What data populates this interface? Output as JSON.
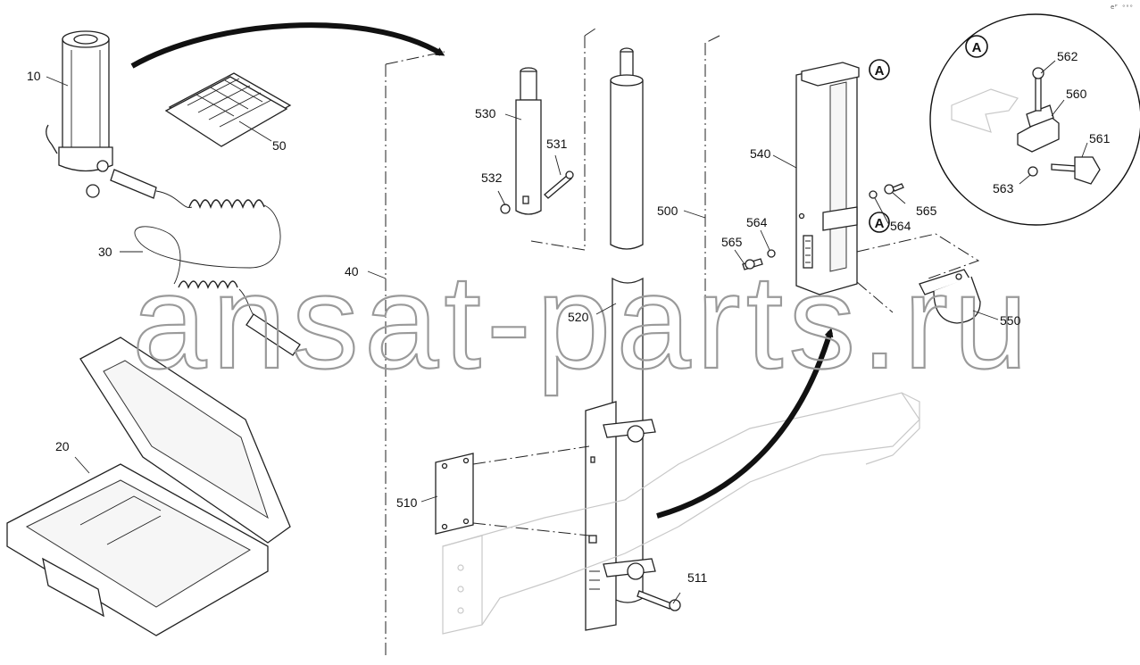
{
  "watermark": "ansat-parts.ru",
  "corner_code": "eᴾ ᵒᵒᵒ",
  "callout_letter": "A",
  "labels": {
    "p10": "10",
    "p50": "50",
    "p30": "30",
    "p20": "20",
    "p40": "40",
    "p530": "530",
    "p531": "531",
    "p532": "532",
    "p520": "520",
    "p500": "500",
    "p510": "510",
    "p511": "511",
    "p540": "540",
    "p564a": "564",
    "p565a": "565",
    "p564b": "564",
    "p565b": "565",
    "p550": "550",
    "p562": "562",
    "p560": "560",
    "p561": "561",
    "p563": "563"
  }
}
